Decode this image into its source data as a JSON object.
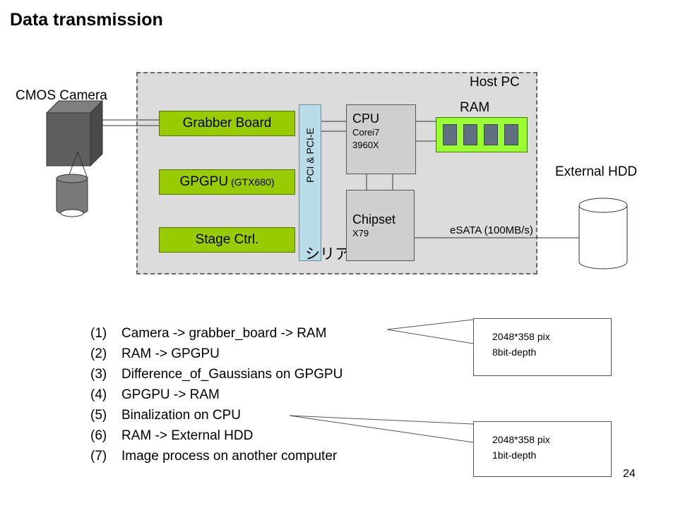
{
  "title": "Data transmission",
  "diagram": {
    "host_pc": "Host PC",
    "cmos_camera": "CMOS Camera",
    "grabber_board": "Grabber Board",
    "gpgpu": "GPGPU",
    "gpgpu_model": "(GTX680)",
    "stage_ctrl": "Stage Ctrl.",
    "pci_bus": "PCI & PCI-E",
    "serial": "シリアル",
    "cpu": {
      "name": "CPU",
      "model_line1": "Corei7",
      "model_line2": "3960X"
    },
    "chipset": {
      "name": "Chipset",
      "model": "X79"
    },
    "ram": "RAM",
    "external_hdd": "External HDD",
    "esata": "eSATA (100MB/s)"
  },
  "steps": [
    {
      "num": "(1)",
      "text": "Camera -> grabber_board -> RAM"
    },
    {
      "num": "(2)",
      "text": "RAM -> GPGPU"
    },
    {
      "num": "(3)",
      "text": "Difference_of_Gaussians  on GPGPU"
    },
    {
      "num": "(4)",
      "text": "GPGPU -> RAM"
    },
    {
      "num": "(5)",
      "text": "Binalization on CPU"
    },
    {
      "num": "(6)",
      "text": "RAM -> External HDD"
    },
    {
      "num": "(7)",
      "text": "Image process on another computer"
    }
  ],
  "notes": [
    {
      "line1": "2048*358 pix",
      "line2": "8bit-depth"
    },
    {
      "line1": "2048*358 pix",
      "line2": "1bit-depth"
    }
  ],
  "page_number": "24",
  "colors": {
    "board_green": "#99cc00",
    "ram_green": "#99ff33",
    "bus_blue": "#b8dde8",
    "host_gray": "#dcdcdc"
  }
}
